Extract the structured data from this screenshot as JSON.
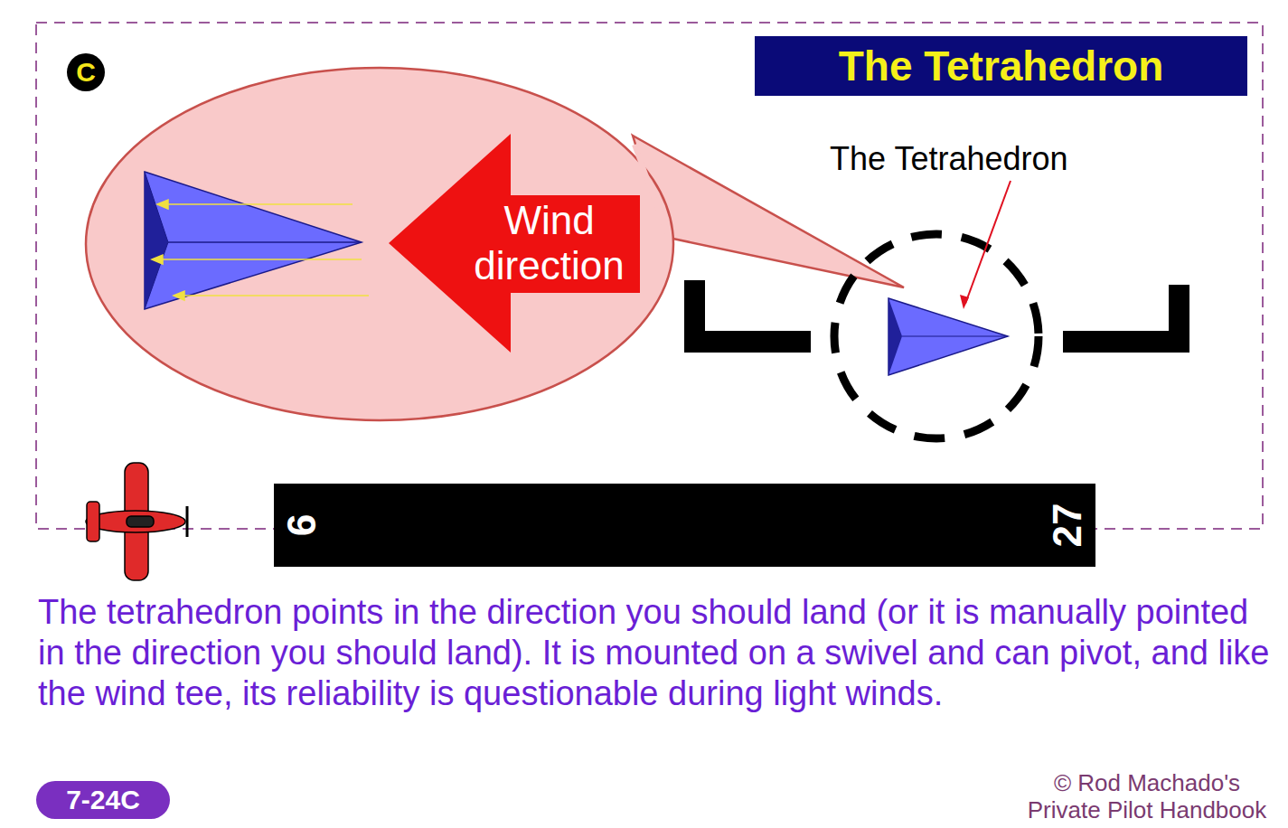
{
  "diagram": {
    "title": "The Tetrahedron",
    "caption": "The tetrahedron points in the direction you should land (or it is manually pointed in the direction you should land). It is mounted on a swivel and can pivot, and like the wind tee, its reliability is questionable during light winds.",
    "nodes": [
      {
        "text": [
          "C"
        ]
      },
      {
        "text": [
          "Wind direction"
        ]
      },
      {
        "text": [
          "9",
          "27"
        ]
      },
      {
        "text": [
          "7-24C"
        ]
      }
    ],
    "labels": [
      "The Tetrahedron",
      "© Rod Machado's Private Pilot Handbook"
    ]
  }
}
